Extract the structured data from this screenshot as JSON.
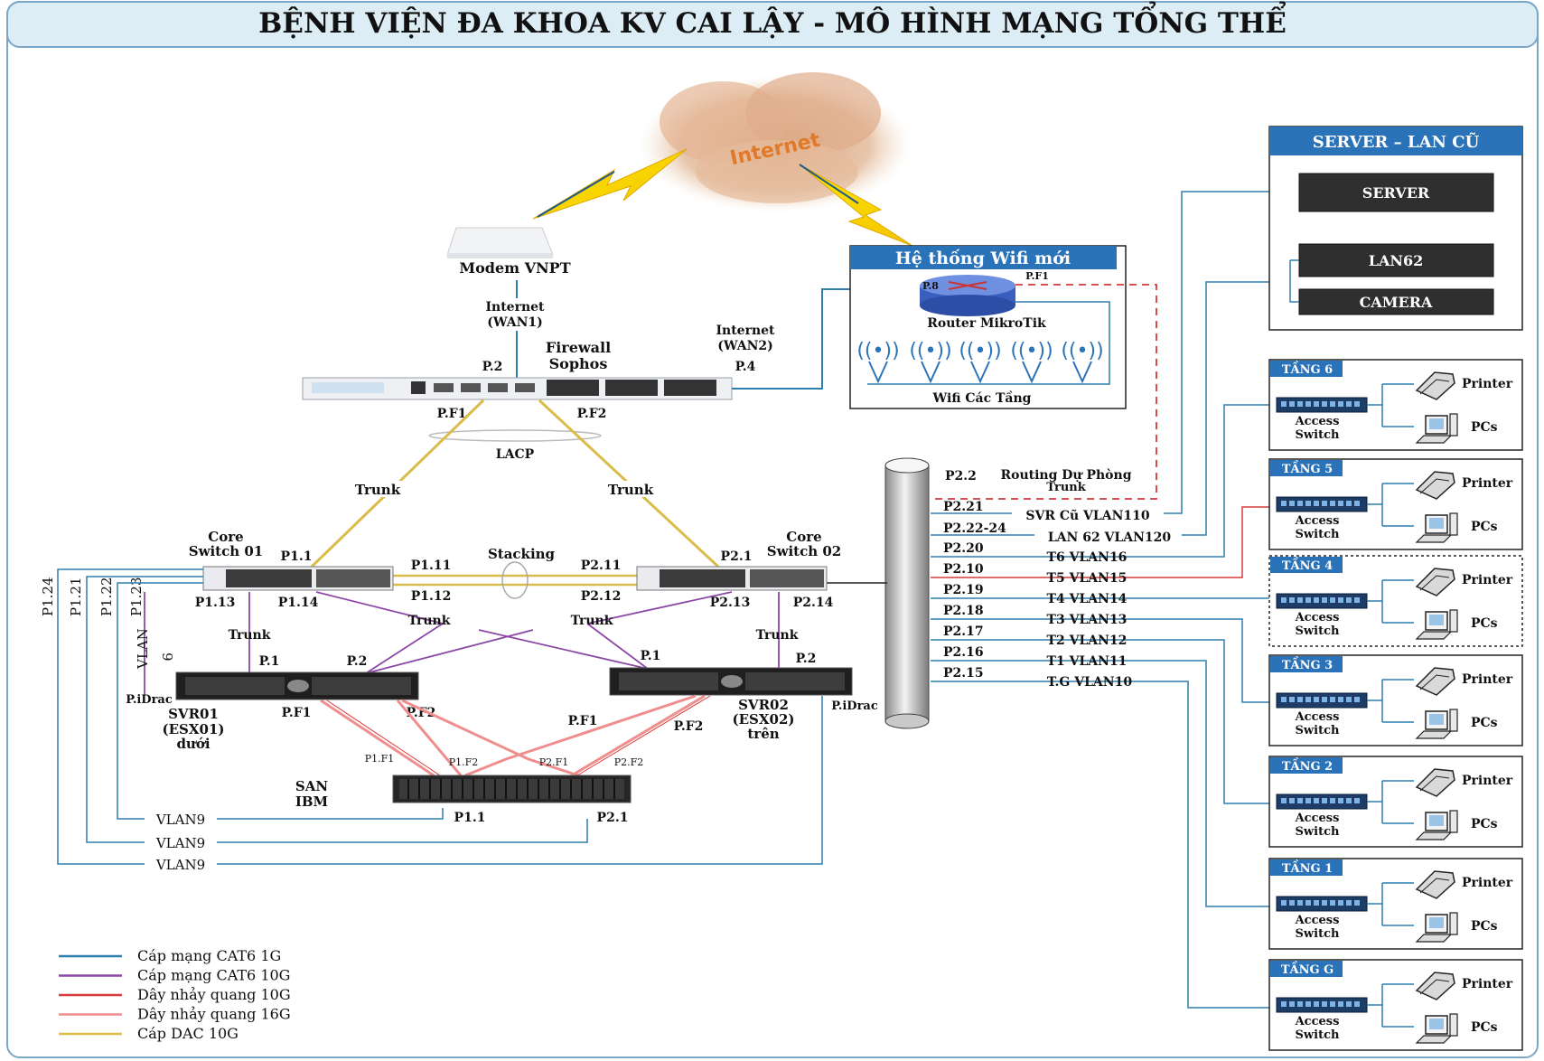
{
  "title": "BỆNH VIỆN ĐA KHOA KV CAI LẬY -  MÔ HÌNH MẠNG TỔNG THỂ",
  "colors": {
    "header_bg": "#dcedf5",
    "cat6_1g": "#2f7fae",
    "cat6_10g": "#8b49a6",
    "fiber_10g": "#d63a3a",
    "fiber_16g": "#f08e8e",
    "dac_10g": "#d9bc4a",
    "box_header": "#2b73b8",
    "server_dark": "#2f2f2f"
  },
  "internet": {
    "label": "Internet"
  },
  "modem": {
    "label": "Modem VNPT",
    "link_label_1": "Internet",
    "link_label_2": "(WAN1)"
  },
  "wan2": {
    "line1": "Internet",
    "line2": "(WAN2)"
  },
  "firewall": {
    "line1": "Firewall",
    "line2": "Sophos",
    "p2": "P.2",
    "p4": "P.4",
    "pf1": "P.F1",
    "pf2": "P.F2",
    "lacp": "LACP"
  },
  "wifi": {
    "title": "Hệ thống Wifi mới",
    "router": "Router MikroTik",
    "p8": "P.8",
    "pf1": "P.F1",
    "aps": "Wifi Các Tầng"
  },
  "trunk": "Trunk",
  "core1": {
    "line1": "Core",
    "line2": "Switch 01",
    "p11": "P1.1",
    "p111": "P1.11",
    "p112": "P1.12",
    "p113": "P1.13",
    "p114": "P1.14",
    "p121": "P1.21",
    "p122": "P1.22",
    "p123": "P1.23",
    "p124": "P1.24"
  },
  "core2": {
    "line1": "Core",
    "line2": "Switch 02",
    "p21": "P2.1",
    "p211": "P2.11",
    "p212": "P2.12",
    "p213": "P2.13",
    "p214": "P2.14"
  },
  "stacking": "Stacking",
  "vlan9_vert": "VLAN",
  "vlan9_num": "9",
  "svr01": {
    "p1": "P.1",
    "p2": "P.2",
    "idrac": "P.iDrac",
    "pf1": "P.F1",
    "pf2": "P.F2",
    "line1": "SVR01",
    "line2": "(ESX01)",
    "line3": "dưới"
  },
  "svr02": {
    "p1": "P.1",
    "p2": "P.2",
    "idrac": "P.iDrac",
    "pf1": "P.F1",
    "pf2": "P.F2",
    "line1": "SVR02",
    "line2": "(ESX02)",
    "line3": "trên"
  },
  "san": {
    "line1": "SAN",
    "line2": "IBM",
    "p11": "P1.1",
    "p21": "P2.1",
    "pf11": "P1.F1",
    "pf12": "P1.F2",
    "pf21": "P2.F1",
    "pf22": "P2.F2"
  },
  "vlan9_rows": [
    "VLAN9",
    "VLAN9",
    "VLAN9"
  ],
  "backbone_ports": [
    {
      "port": "P2.2",
      "label": "Routing Dự Phòng",
      "label2": "Trunk"
    },
    {
      "port": "P2.21",
      "label": "SVR Cũ VLAN110"
    },
    {
      "port": "P2.22-24",
      "label": "LAN 62 VLAN120"
    },
    {
      "port": "P2.20",
      "label": "T6 VLAN16"
    },
    {
      "port": "P2.10",
      "label": "T5 VLAN15"
    },
    {
      "port": "P2.19",
      "label": "T4 VLAN14"
    },
    {
      "port": "P2.18",
      "label": "T3 VLAN13"
    },
    {
      "port": "P2.17",
      "label": "T2 VLAN12"
    },
    {
      "port": "P2.16",
      "label": "T1 VLAN11"
    },
    {
      "port": "P2.15",
      "label": "T.G VLAN10"
    }
  ],
  "server_lan": {
    "title": "SERVER – LAN CŨ",
    "items": [
      "SERVER",
      "LAN62",
      "CAMERA"
    ]
  },
  "floors": [
    {
      "name": "TẦNG 6"
    },
    {
      "name": "TẦNG 5"
    },
    {
      "name": "TẦNG 4"
    },
    {
      "name": "TẦNG 3"
    },
    {
      "name": "TẦNG 2"
    },
    {
      "name": "TẦNG 1"
    },
    {
      "name": "TẦNG G"
    }
  ],
  "floor_labels": {
    "access1": "Access",
    "access2": "Switch",
    "printer": "Printer",
    "pcs": "PCs"
  },
  "legend": [
    {
      "label": "Cáp mạng CAT6 1G",
      "color": "#2f7fae"
    },
    {
      "label": "Cáp mạng CAT6 10G",
      "color": "#8b49a6"
    },
    {
      "label": "Dây nhảy quang 10G",
      "color": "#d63a3a"
    },
    {
      "label": "Dây nhảy quang 16G",
      "color": "#f08e8e"
    },
    {
      "label": "Cáp DAC 10G",
      "color": "#d9bc4a"
    }
  ]
}
